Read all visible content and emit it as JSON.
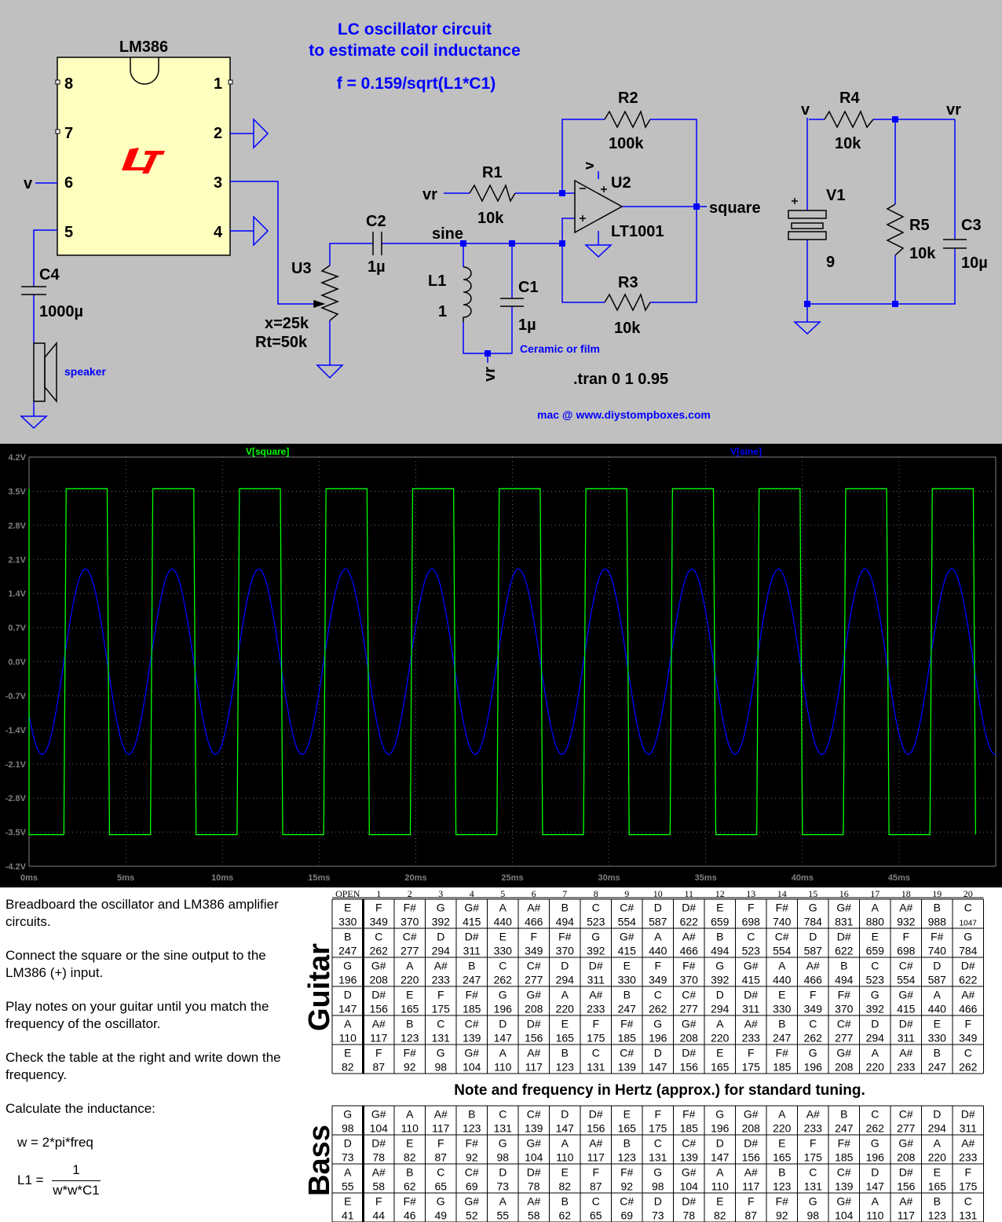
{
  "schematic": {
    "title_line1": "LC oscillator circuit",
    "title_line2": "to estimate coil inductance",
    "formula": "f = 0.159/sqrt(L1*C1)",
    "lm386": {
      "name": "LM386",
      "pins": [
        "8",
        "7",
        "6",
        "5",
        "1",
        "2",
        "3",
        "4"
      ]
    },
    "labels": {
      "v": "v",
      "vr": "vr",
      "sine": "sine",
      "square": "square",
      "c4": "C4",
      "c4_val": "1000µ",
      "speaker": "speaker",
      "u3": "U3",
      "u3_x": "x=25k",
      "u3_rt": "Rt=50k",
      "c2": "C2",
      "c2_val": "1µ",
      "l1": "L1",
      "l1_val": "1",
      "c1": "C1",
      "c1_val": "1µ",
      "c1_note": "Ceramic or film",
      "r1": "R1",
      "r1_val": "10k",
      "r2": "R2",
      "r2_val": "100k",
      "r3": "R3",
      "r3_val": "10k",
      "u2": "U2",
      "u2_val": "LT1001",
      "r4": "R4",
      "r4_val": "10k",
      "r5": "R5",
      "r5_val": "10k",
      "c3": "C3",
      "c3_val": "10µ",
      "v1": "V1",
      "v1_val": "9",
      "tran": ".tran 0 1 0.95",
      "credit": "mac  @  www.diystompboxes.com"
    }
  },
  "chart_data": {
    "type": "line",
    "series": [
      {
        "name": "V[square]",
        "color": "#00ff00",
        "kind": "square",
        "high": 3.55,
        "low": -3.55,
        "period_ms": 4.48,
        "first_rise_ms": 1.8,
        "duty": 0.5
      },
      {
        "name": "V[sine]",
        "color": "#0000ff",
        "kind": "sine",
        "amplitude": 1.9,
        "period_ms": 4.48,
        "first_zero_up_ms": 1.8
      }
    ],
    "xlim": [
      0,
      50
    ],
    "x_ticks": [
      0,
      5,
      10,
      15,
      20,
      25,
      30,
      35,
      40,
      45
    ],
    "x_tick_labels": [
      "0ms",
      "5ms",
      "10ms",
      "15ms",
      "20ms",
      "25ms",
      "30ms",
      "35ms",
      "40ms",
      "45ms"
    ],
    "ylim": [
      -4.2,
      4.2
    ],
    "y_ticks": [
      4.2,
      3.5,
      2.8,
      2.1,
      1.4,
      0.7,
      0.0,
      -0.7,
      -1.4,
      -2.1,
      -2.8,
      -3.5,
      -4.2
    ],
    "y_tick_labels": [
      "4.2V",
      "3.5V",
      "2.8V",
      "2.1V",
      "1.4V",
      "0.7V",
      "0.0V",
      "-0.7V",
      "-1.4V",
      "-2.1V",
      "-2.8V",
      "-3.5V",
      "-4.2V"
    ],
    "grid": true
  },
  "instructions": [
    "Breadboard the oscillator and LM386 amplifier circuits.",
    "Connect the square or the sine output to the LM386 (+) input.",
    "Play notes on your guitar until you match the frequency of the oscillator.",
    "Check the table at the right and write down the frequency.",
    "Calculate the inductance:"
  ],
  "formulas": {
    "w": "w = 2*pi*freq",
    "l1_lhs": "L1 =",
    "numerator": "1",
    "denominator": "w*w*C1"
  },
  "tables": {
    "header": [
      "OPEN",
      "1",
      "2",
      "3",
      "4",
      "5",
      "6",
      "7",
      "8",
      "9",
      "10",
      "11",
      "12",
      "13",
      "14",
      "15",
      "16",
      "17",
      "18",
      "19",
      "20"
    ],
    "guitar_label": "Guitar",
    "bass_label": "Bass",
    "caption": "Note and frequency in Hertz (approx.) for standard tuning.",
    "guitar": [
      {
        "notes": [
          "E",
          "F",
          "F#",
          "G",
          "G#",
          "A",
          "A#",
          "B",
          "C",
          "C#",
          "D",
          "D#",
          "E",
          "F",
          "F#",
          "G",
          "G#",
          "A",
          "A#",
          "B",
          "C"
        ],
        "freqs": [
          "330",
          "349",
          "370",
          "392",
          "415",
          "440",
          "466",
          "494",
          "523",
          "554",
          "587",
          "622",
          "659",
          "698",
          "740",
          "784",
          "831",
          "880",
          "932",
          "988",
          "1047"
        ]
      },
      {
        "notes": [
          "B",
          "C",
          "C#",
          "D",
          "D#",
          "E",
          "F",
          "F#",
          "G",
          "G#",
          "A",
          "A#",
          "B",
          "C",
          "C#",
          "D",
          "D#",
          "E",
          "F",
          "F#",
          "G"
        ],
        "freqs": [
          "247",
          "262",
          "277",
          "294",
          "311",
          "330",
          "349",
          "370",
          "392",
          "415",
          "440",
          "466",
          "494",
          "523",
          "554",
          "587",
          "622",
          "659",
          "698",
          "740",
          "784"
        ]
      },
      {
        "notes": [
          "G",
          "G#",
          "A",
          "A#",
          "B",
          "C",
          "C#",
          "D",
          "D#",
          "E",
          "F",
          "F#",
          "G",
          "G#",
          "A",
          "A#",
          "B",
          "C",
          "C#",
          "D",
          "D#"
        ],
        "freqs": [
          "196",
          "208",
          "220",
          "233",
          "247",
          "262",
          "277",
          "294",
          "311",
          "330",
          "349",
          "370",
          "392",
          "415",
          "440",
          "466",
          "494",
          "523",
          "554",
          "587",
          "622"
        ]
      },
      {
        "notes": [
          "D",
          "D#",
          "E",
          "F",
          "F#",
          "G",
          "G#",
          "A",
          "A#",
          "B",
          "C",
          "C#",
          "D",
          "D#",
          "E",
          "F",
          "F#",
          "G",
          "G#",
          "A",
          "A#"
        ],
        "freqs": [
          "147",
          "156",
          "165",
          "175",
          "185",
          "196",
          "208",
          "220",
          "233",
          "247",
          "262",
          "277",
          "294",
          "311",
          "330",
          "349",
          "370",
          "392",
          "415",
          "440",
          "466"
        ]
      },
      {
        "notes": [
          "A",
          "A#",
          "B",
          "C",
          "C#",
          "D",
          "D#",
          "E",
          "F",
          "F#",
          "G",
          "G#",
          "A",
          "A#",
          "B",
          "C",
          "C#",
          "D",
          "D#",
          "E",
          "F"
        ],
        "freqs": [
          "110",
          "117",
          "123",
          "131",
          "139",
          "147",
          "156",
          "165",
          "175",
          "185",
          "196",
          "208",
          "220",
          "233",
          "247",
          "262",
          "277",
          "294",
          "311",
          "330",
          "349"
        ]
      },
      {
        "notes": [
          "E",
          "F",
          "F#",
          "G",
          "G#",
          "A",
          "A#",
          "B",
          "C",
          "C#",
          "D",
          "D#",
          "E",
          "F",
          "F#",
          "G",
          "G#",
          "A",
          "A#",
          "B",
          "C"
        ],
        "freqs": [
          "82",
          "87",
          "92",
          "98",
          "104",
          "110",
          "117",
          "123",
          "131",
          "139",
          "147",
          "156",
          "165",
          "175",
          "185",
          "196",
          "208",
          "220",
          "233",
          "247",
          "262"
        ]
      }
    ],
    "bass": [
      {
        "notes": [
          "G",
          "G#",
          "A",
          "A#",
          "B",
          "C",
          "C#",
          "D",
          "D#",
          "E",
          "F",
          "F#",
          "G",
          "G#",
          "A",
          "A#",
          "B",
          "C",
          "C#",
          "D",
          "D#"
        ],
        "freqs": [
          "98",
          "104",
          "110",
          "117",
          "123",
          "131",
          "139",
          "147",
          "156",
          "165",
          "175",
          "185",
          "196",
          "208",
          "220",
          "233",
          "247",
          "262",
          "277",
          "294",
          "311"
        ]
      },
      {
        "notes": [
          "D",
          "D#",
          "E",
          "F",
          "F#",
          "G",
          "G#",
          "A",
          "A#",
          "B",
          "C",
          "C#",
          "D",
          "D#",
          "E",
          "F",
          "F#",
          "G",
          "G#",
          "A",
          "A#"
        ],
        "freqs": [
          "73",
          "78",
          "82",
          "87",
          "92",
          "98",
          "104",
          "110",
          "117",
          "123",
          "131",
          "139",
          "147",
          "156",
          "165",
          "175",
          "185",
          "196",
          "208",
          "220",
          "233"
        ]
      },
      {
        "notes": [
          "A",
          "A#",
          "B",
          "C",
          "C#",
          "D",
          "D#",
          "E",
          "F",
          "F#",
          "G",
          "G#",
          "A",
          "A#",
          "B",
          "C",
          "C#",
          "D",
          "D#",
          "E",
          "F"
        ],
        "freqs": [
          "55",
          "58",
          "62",
          "65",
          "69",
          "73",
          "78",
          "82",
          "87",
          "92",
          "98",
          "104",
          "110",
          "117",
          "123",
          "131",
          "139",
          "147",
          "156",
          "165",
          "175"
        ]
      },
      {
        "notes": [
          "E",
          "F",
          "F#",
          "G",
          "G#",
          "A",
          "A#",
          "B",
          "C",
          "C#",
          "D",
          "D#",
          "E",
          "F",
          "F#",
          "G",
          "G#",
          "A",
          "A#",
          "B",
          "C"
        ],
        "freqs": [
          "41",
          "44",
          "46",
          "49",
          "52",
          "55",
          "58",
          "62",
          "65",
          "69",
          "73",
          "78",
          "82",
          "87",
          "92",
          "98",
          "104",
          "110",
          "117",
          "123",
          "131"
        ]
      }
    ]
  }
}
